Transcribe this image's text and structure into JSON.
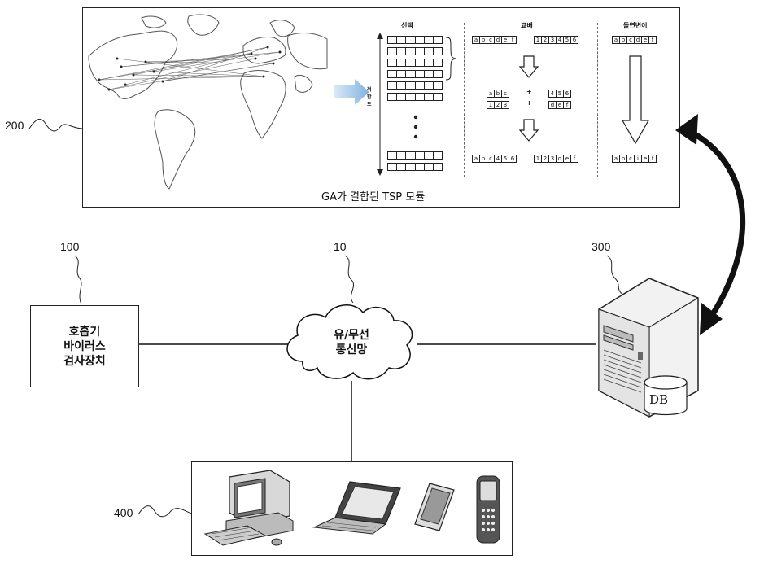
{
  "refs": {
    "module": "200",
    "tester": "100",
    "network": "10",
    "server": "300",
    "terminals": "400"
  },
  "module": {
    "caption": "GA가 결합된 TSP 모듈",
    "headers": {
      "selection": "선택",
      "crossover": "교배",
      "mutation": "돌연변이"
    },
    "fitness_label": "적합도",
    "genes": {
      "parent1": [
        "a",
        "b",
        "c",
        "d",
        "e",
        "f"
      ],
      "parent2": [
        "1",
        "2",
        "3",
        "4",
        "5",
        "6"
      ],
      "split_a": [
        "a",
        "b",
        "c"
      ],
      "split_b": [
        "4",
        "5",
        "6"
      ],
      "split_c": [
        "1",
        "2",
        "3"
      ],
      "split_d": [
        "d",
        "e",
        "f"
      ],
      "child1": [
        "a",
        "b",
        "c",
        "4",
        "5",
        "6"
      ],
      "child2": [
        "1",
        "2",
        "3",
        "d",
        "e",
        "f"
      ],
      "mut_before": [
        "a",
        "b",
        "c",
        "d",
        "e",
        "f"
      ],
      "mut_after": [
        "a",
        "b",
        "c",
        "i",
        "e",
        "f"
      ],
      "plus": "+"
    }
  },
  "tester": {
    "line1": "호흡기",
    "line2": "바이러스",
    "line3": "검사장치"
  },
  "network": {
    "line1": "유/무선",
    "line2": "통신망"
  },
  "server": {
    "db_label": "DB"
  },
  "colors": {
    "line": "#111111",
    "arrow_fill": "#9dc3e6"
  }
}
